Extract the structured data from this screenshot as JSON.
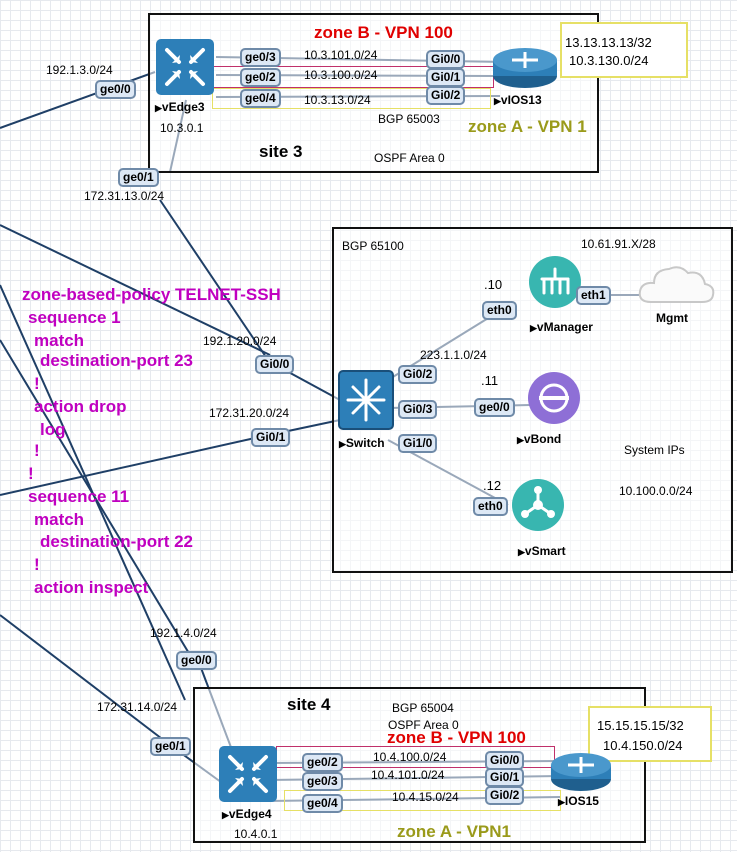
{
  "colors": {
    "zone_b": "#e00000",
    "zone_a": "#9a9a1a",
    "policy": "#c000c0",
    "frame": "#111111",
    "port_fill": "#dde8f5",
    "port_border": "#6f8aa8",
    "router_blue": "#2d7fb8",
    "cisco_teal": "#38b6b0",
    "vbond_purple": "#8e6fd6"
  },
  "icons": {
    "vedge": "router-cross-arrows-icon",
    "ios": "router-cylinder-icon",
    "switch": "switch-icon",
    "vmanager": "vmanager-icon",
    "vbond": "vbond-icon",
    "vsmart": "vsmart-icon",
    "cloud": "cloud-icon"
  },
  "site3": {
    "title": "site 3",
    "bgp": "BGP 65003",
    "ospf": "OSPF Area 0",
    "zone_b": "zone B - VPN 100",
    "zone_a": "zone A - VPN 1",
    "vedge": {
      "name": "vEdge3",
      "system_ip": "10.3.0.1"
    },
    "ios": {
      "name": "vIOS13",
      "loopbacks": [
        "13.13.13.13/32",
        "10.3.130.0/24"
      ]
    },
    "links": [
      {
        "left": "ge0/3",
        "subnet": "10.3.101.0/24",
        "right": "Gi0/0"
      },
      {
        "left": "ge0/2",
        "subnet": "10.3.100.0/24",
        "right": "Gi0/1"
      },
      {
        "left": "ge0/4",
        "subnet": "10.3.13.0/24",
        "right": "Gi0/2"
      }
    ],
    "wan": [
      {
        "port": "ge0/0",
        "subnet": "192.1.3.0/24"
      },
      {
        "port": "ge0/1",
        "subnet": "172.31.13.0/24"
      }
    ]
  },
  "dc": {
    "bgp": "BGP 65100",
    "mgmt_subnet": "10.61.91.X/28",
    "subnet": "223.1.1.0/24",
    "system_ips_label": "System IPs",
    "system_ips": "10.100.0.0/24",
    "switch": {
      "name": "Switch",
      "ports": [
        "Gi0/0",
        "Gi0/1",
        "Gi0/2",
        "Gi0/3",
        "Gi1/0"
      ]
    },
    "wan": [
      {
        "port": "Gi0/0",
        "subnet": "192.1.20.0/24"
      },
      {
        "port": "Gi0/1",
        "subnet": "172.31.20.0/24"
      }
    ],
    "vmanager": {
      "name": "vManager",
      "ip": ".10",
      "port": "eth0",
      "mgmt_port": "eth1"
    },
    "vbond": {
      "name": "vBond",
      "ip": ".11",
      "port": "ge0/0"
    },
    "vsmart": {
      "name": "vSmart",
      "ip": ".12",
      "port": "eth0"
    },
    "mgmt": {
      "name": "Mgmt"
    }
  },
  "policy": {
    "lines": [
      "zone-based-policy TELNET-SSH",
      " sequence 1",
      "  match",
      "   destination-port 23",
      "  !",
      "  action drop",
      "   log",
      "  !",
      " !",
      "sequence 11",
      "  match",
      "   destination-port 22",
      "  !",
      "  action inspect"
    ]
  },
  "site4": {
    "title": "site 4",
    "bgp": "BGP 65004",
    "ospf": "OSPF Area 0",
    "zone_b": "zone B - VPN 100",
    "zone_a": "zone A - VPN1",
    "vedge": {
      "name": "vEdge4",
      "system_ip": "10.4.0.1"
    },
    "ios": {
      "name": "IOS15",
      "loopbacks": [
        "15.15.15.15/32",
        "10.4.150.0/24"
      ]
    },
    "links": [
      {
        "left": "ge0/2",
        "subnet": "10.4.100.0/24",
        "right": "Gi0/0"
      },
      {
        "left": "ge0/3",
        "subnet": "10.4.101.0/24",
        "right": "Gi0/1"
      },
      {
        "left": "ge0/4",
        "subnet": "10.4.15.0/24",
        "right": "Gi0/2"
      }
    ],
    "wan": [
      {
        "port": "ge0/0",
        "subnet": "192.1.4.0/24"
      },
      {
        "port": "ge0/1",
        "subnet": "172.31.14.0/24"
      }
    ]
  }
}
